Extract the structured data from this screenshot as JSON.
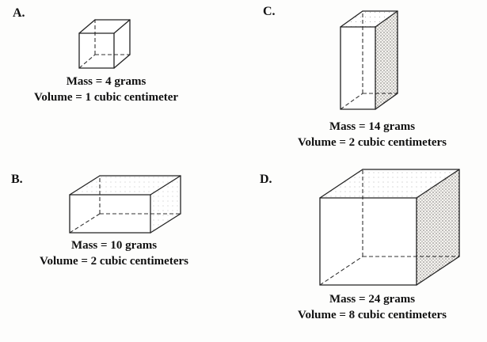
{
  "figure": {
    "items": [
      {
        "id": "A",
        "letter": "A.",
        "mass": "Mass = 4 grams",
        "volume": "Volume = 1 cubic centimeter"
      },
      {
        "id": "B",
        "letter": "B.",
        "mass": "Mass = 10 grams",
        "volume": "Volume = 2 cubic centimeters"
      },
      {
        "id": "C",
        "letter": "C.",
        "mass": "Mass = 14 grams",
        "volume": "Volume = 2 cubic centimeters"
      },
      {
        "id": "D",
        "letter": "D.",
        "mass": "Mass = 24 grams",
        "volume": "Volume = 8 cubic centimeters"
      }
    ]
  }
}
